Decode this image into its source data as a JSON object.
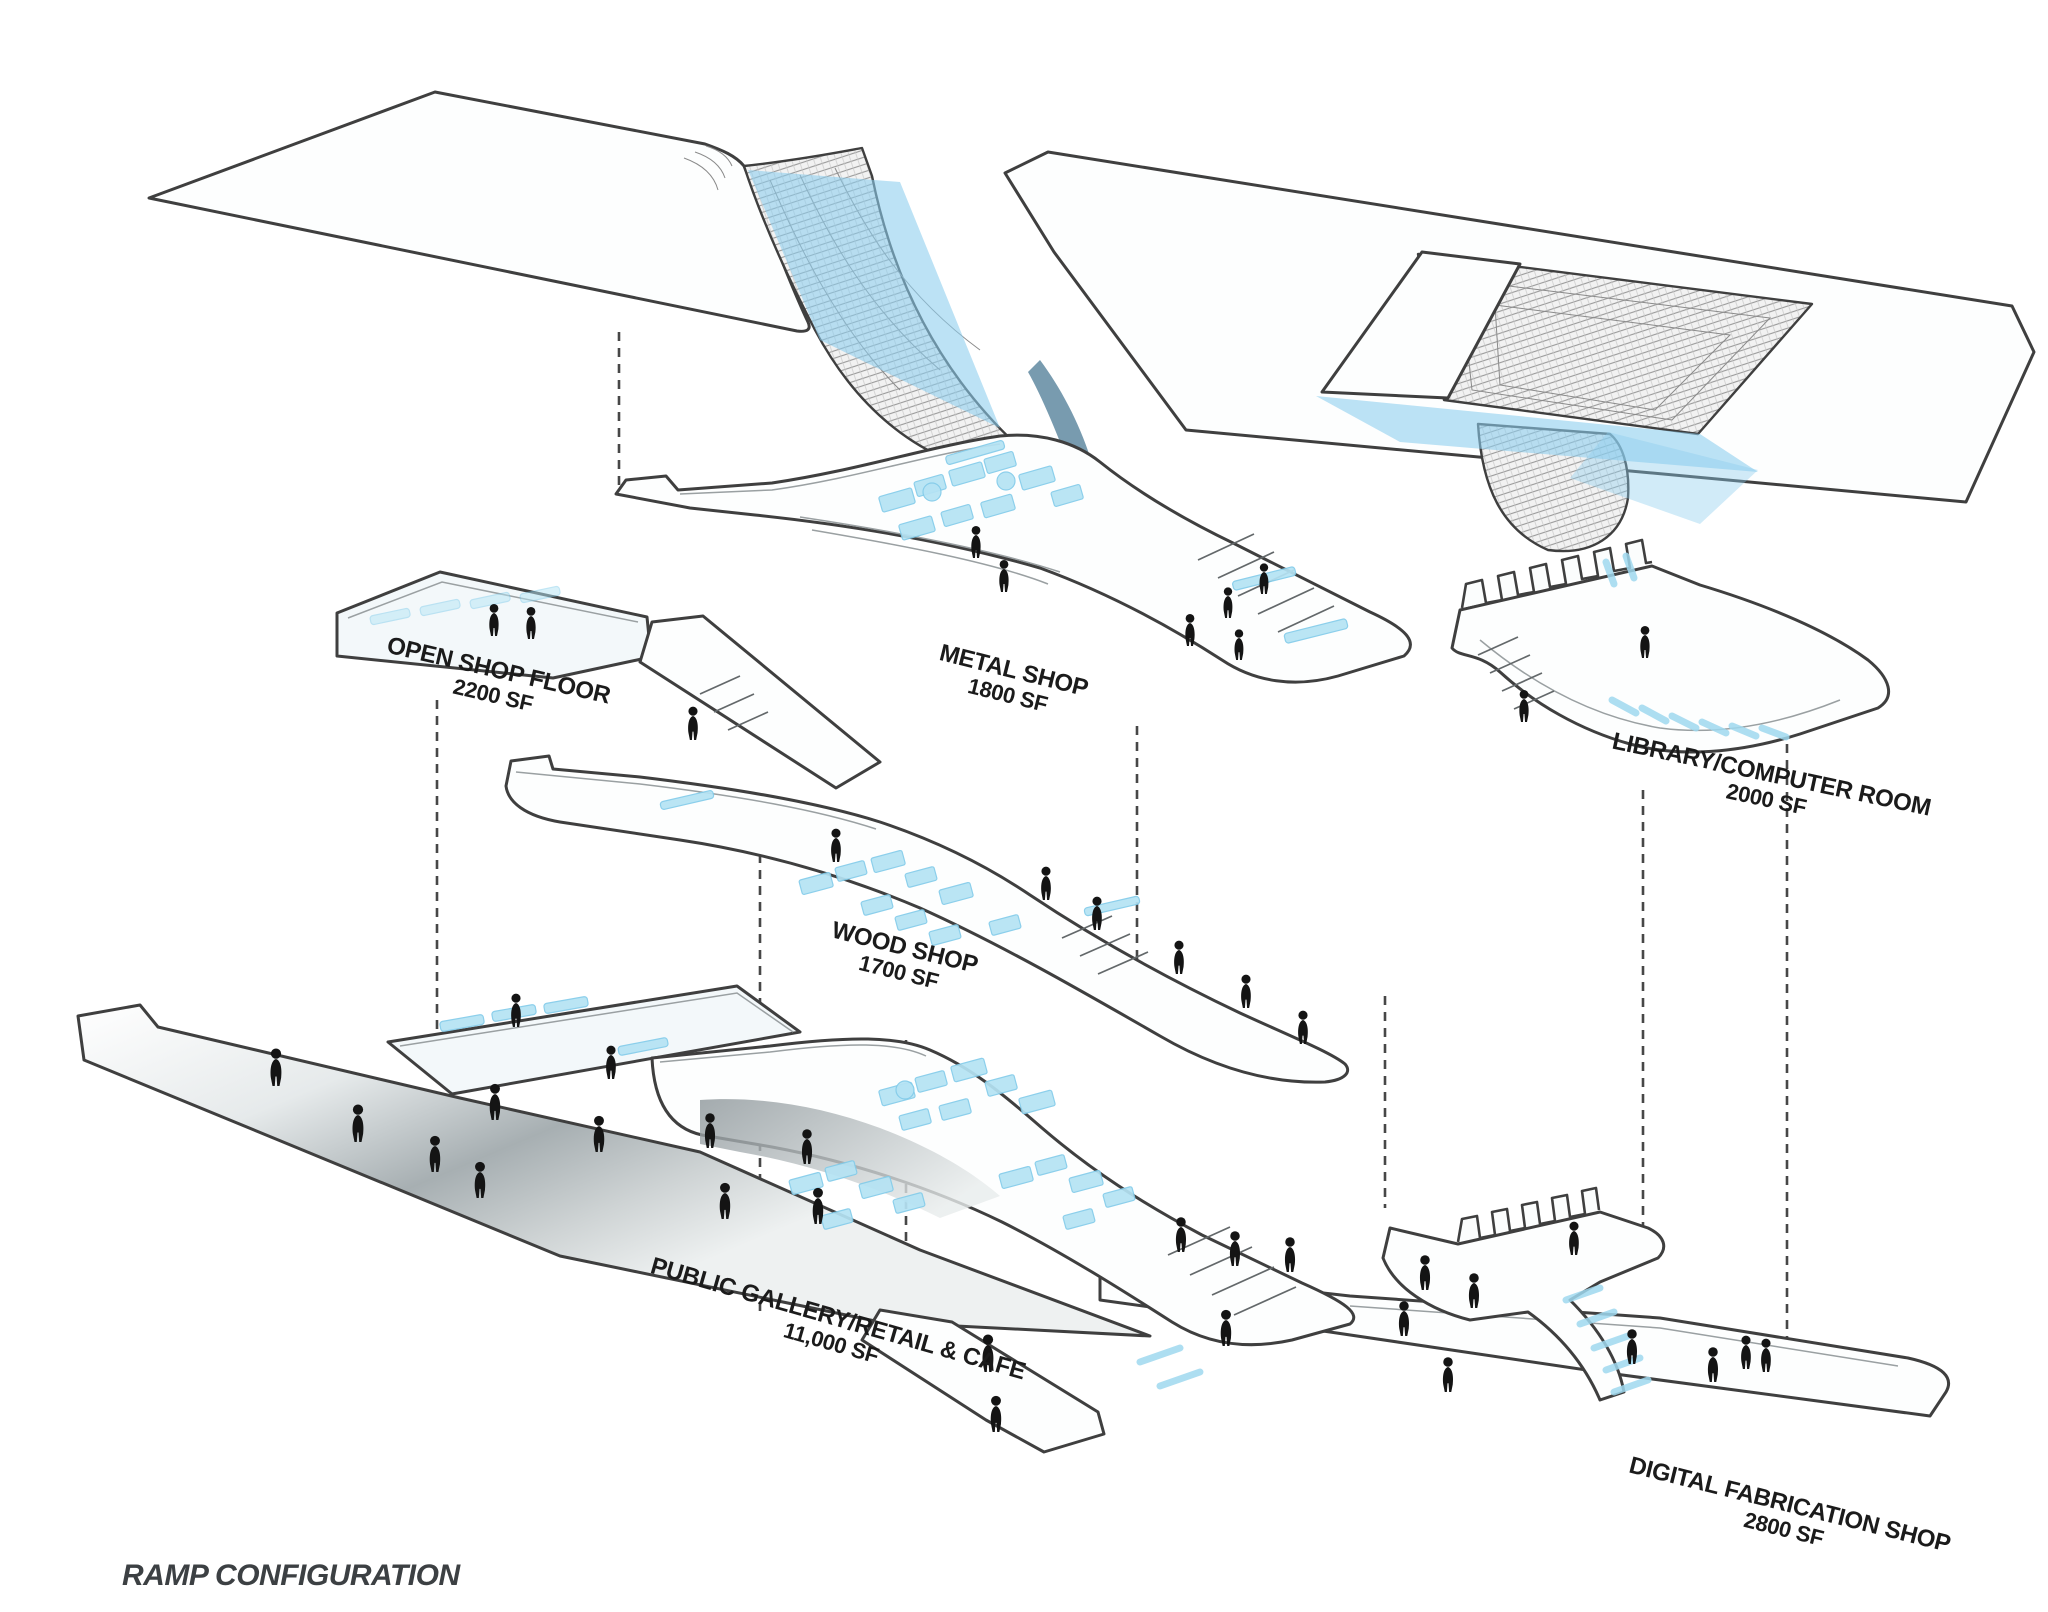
{
  "caption": {
    "text": "RAMP CONFIGURATION"
  },
  "levels": [
    {
      "id": "open-shop-floor",
      "name": "OPEN SHOP FLOOR",
      "area": "2200 SF"
    },
    {
      "id": "metal-shop",
      "name": "METAL SHOP",
      "area": "1800 SF"
    },
    {
      "id": "library-computer-room",
      "name": "LIBRARY/COMPUTER ROOM",
      "area": "2000 SF"
    },
    {
      "id": "wood-shop",
      "name": "WOOD SHOP",
      "area": "1700 SF"
    },
    {
      "id": "public-gallery",
      "name": "PUBLIC GALLERY/RETAIL & CAFE",
      "area": "11,000 SF"
    },
    {
      "id": "digital-fabrication-shop",
      "name": "DIGITAL FABRICATION SHOP",
      "area": "2800 SF"
    }
  ],
  "colors": {
    "glass": "#8ccdee",
    "equipment": "#b5e3f4",
    "outline": "#3f3f3f",
    "figure": "#141414",
    "mesh_line": "#9a9a9a"
  }
}
